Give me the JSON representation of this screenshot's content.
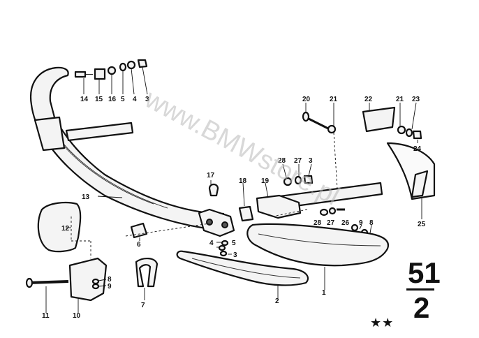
{
  "watermark": "www.BMWstore.pl",
  "group_number": {
    "major": "51",
    "minor": "2"
  },
  "class_marker": "★★",
  "callouts": {
    "c1": "1",
    "c2": "2",
    "c3a": "3",
    "c3b": "3",
    "c3c": "3",
    "c4a": "4",
    "c4b": "4",
    "c5a": "5",
    "c5b": "5",
    "c6": "6",
    "c7": "7",
    "c8a": "8",
    "c8b": "8",
    "c9a": "9",
    "c9b": "9",
    "c10": "10",
    "c11": "11",
    "c12": "12",
    "c13": "13",
    "c14": "14",
    "c15": "15",
    "c16": "16",
    "c17": "17",
    "c18": "18",
    "c19": "19",
    "c20": "20",
    "c21a": "21",
    "c21b": "21",
    "c22": "22",
    "c23": "23",
    "c24": "24",
    "c25": "25",
    "c26": "26",
    "c27a": "27",
    "c27b": "27",
    "c28a": "28",
    "c28b": "28"
  }
}
